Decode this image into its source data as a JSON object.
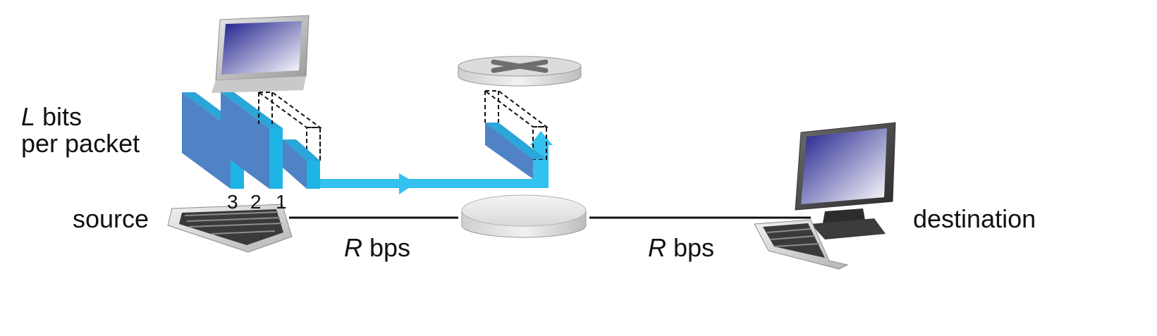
{
  "labels": {
    "bits_var": "L",
    "bits_text": " bits",
    "per_packet": "per packet",
    "source": "source",
    "destination": "destination",
    "rate_var": "R",
    "rate_unit": " bps"
  },
  "packets": [
    {
      "number": "3"
    },
    {
      "number": "2"
    },
    {
      "number": "1"
    }
  ],
  "colors": {
    "packet_face": "#4f83c6",
    "packet_edge": "#1eb4e6",
    "arrow": "#33c2ef",
    "link": "#111111"
  },
  "icons": [
    "source-computer-icon",
    "router-icon",
    "switch-icon",
    "destination-computer-icon"
  ]
}
